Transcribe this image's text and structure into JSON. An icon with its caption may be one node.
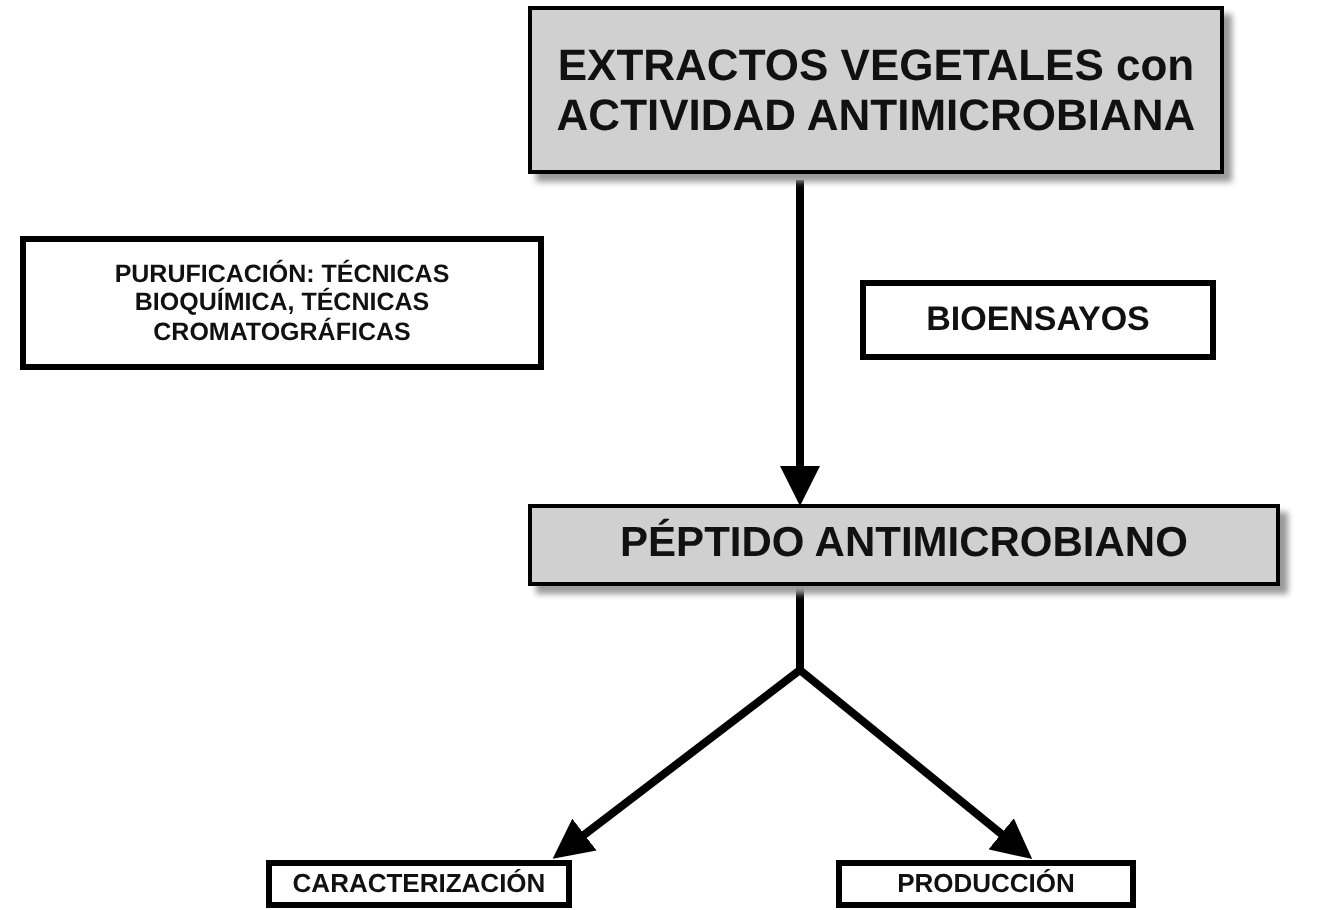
{
  "diagram": {
    "nodes": [
      {
        "text": [
          "EXTRACTOS VEGETALES con ACTIVIDAD ANTIMICROBIANA"
        ]
      },
      {
        "text": [
          "PURUFICACIÓN: TÉCNICAS BIOQUÍMICA, TÉCNICAS CROMATOGRÁFICAS"
        ]
      },
      {
        "text": [
          "BIOENSAYOS"
        ]
      },
      {
        "text": [
          "PÉPTIDO ANTIMICROBIANO"
        ]
      },
      {
        "text": [
          "CARACTERIZACIÓN"
        ]
      },
      {
        "text": [
          "PRODUCCIÓN"
        ]
      }
    ],
    "edges": [
      {
        "from": 0,
        "to": 3,
        "arrow": "to"
      },
      {
        "from": 3,
        "to": 4,
        "arrow": "to"
      },
      {
        "from": 3,
        "to": 5,
        "arrow": "to"
      }
    ]
  }
}
